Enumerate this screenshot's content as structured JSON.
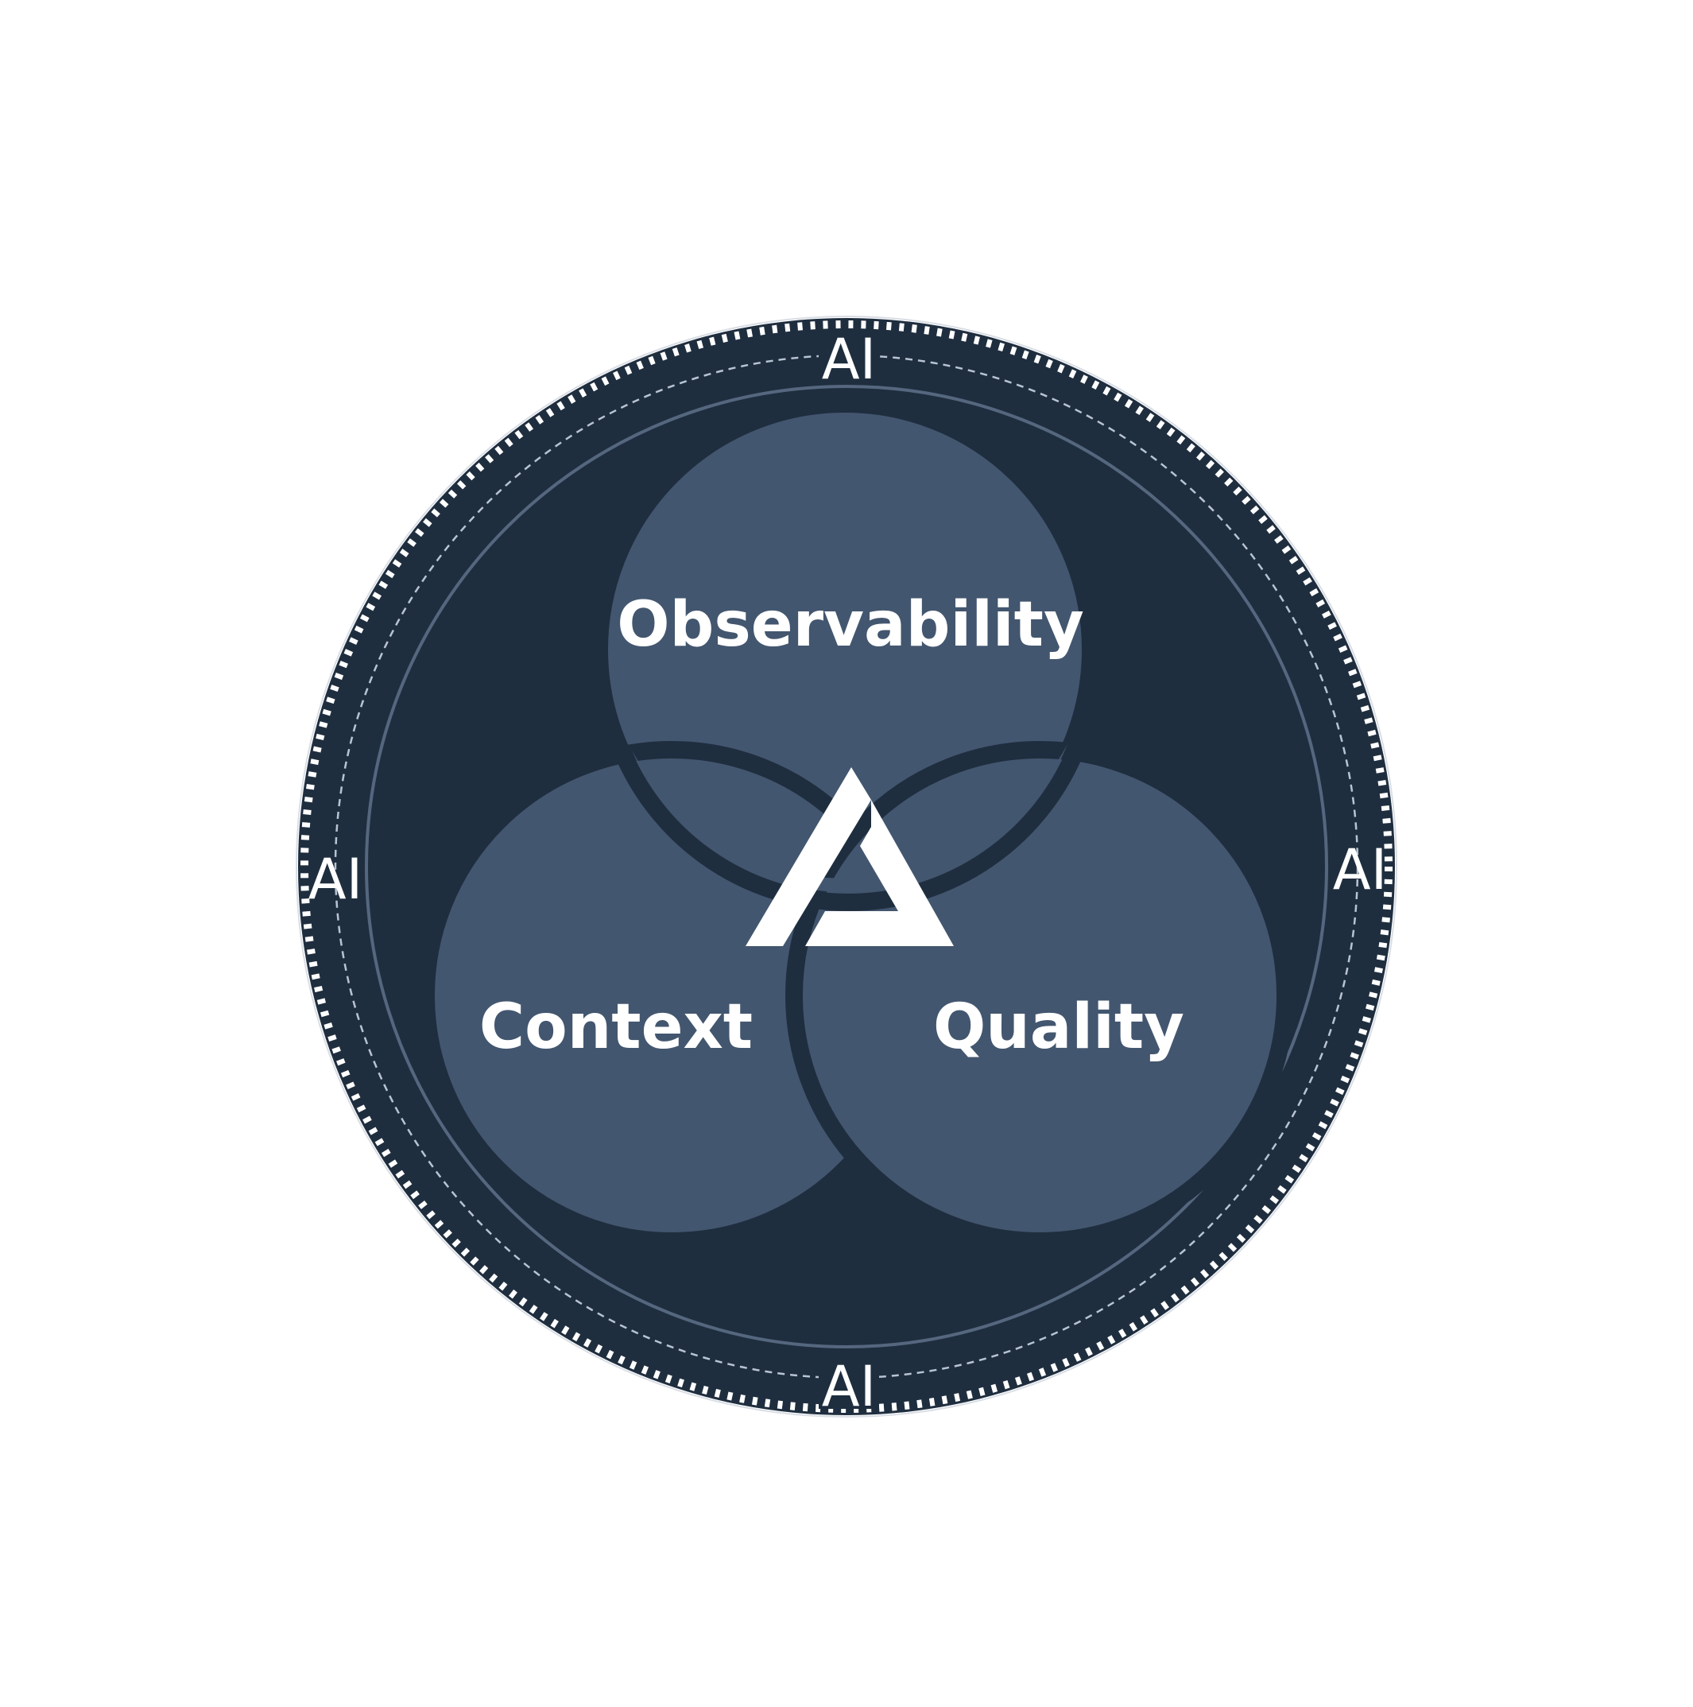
{
  "colors": {
    "background": "#ffffff",
    "outer_disc": "#1f2e3f",
    "circle_fill": "#43566f",
    "ring_line": "#55677e",
    "dashed_ring": "#b8c4d2",
    "text": "#ffffff",
    "logo": "#ffffff"
  },
  "ring_labels": {
    "top": "AI",
    "left": "AI",
    "right": "AI",
    "bottom": "AI"
  },
  "circles": {
    "top": "Observability",
    "left": "Context",
    "right": "Quality"
  },
  "center_icon": "triangle-logo-icon"
}
